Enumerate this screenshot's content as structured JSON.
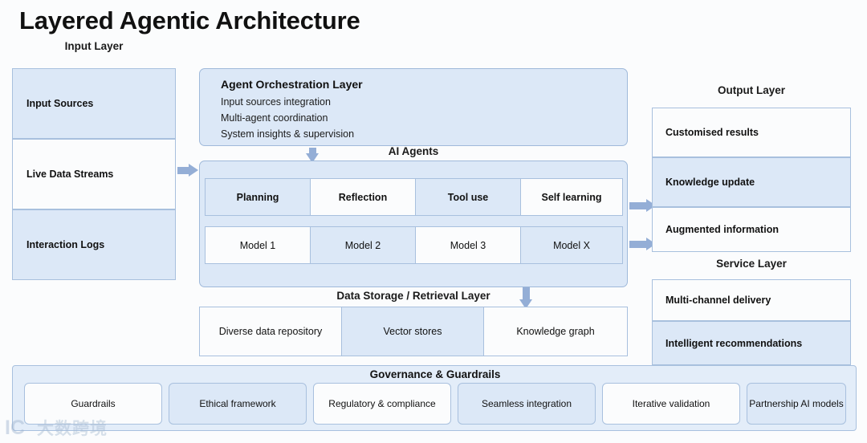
{
  "title": "Layered Agentic Architecture",
  "captions": {
    "input_layer": "Input Layer",
    "output_layer": "Output Layer",
    "service_layer": "Service Layer",
    "ai_agents": "AI Agents",
    "data_storage": "Data Storage / Retrieval Layer"
  },
  "input_layer": {
    "items": [
      {
        "label": "Input Sources",
        "fill": "blue"
      },
      {
        "label": "Live Data Streams",
        "fill": "white"
      },
      {
        "label": "Interaction Logs",
        "fill": "blue"
      }
    ]
  },
  "orchestration": {
    "title": "Agent Orchestration Layer",
    "lines": [
      "Input sources integration",
      "Multi-agent coordination",
      "System insights & supervision"
    ]
  },
  "ai_agents": {
    "capabilities": [
      {
        "label": "Planning",
        "fill": "blue"
      },
      {
        "label": "Reflection",
        "fill": "white"
      },
      {
        "label": "Tool use",
        "fill": "blue"
      },
      {
        "label": "Self learning",
        "fill": "white"
      }
    ],
    "models": [
      {
        "label": "Model 1",
        "fill": "white"
      },
      {
        "label": "Model 2",
        "fill": "blue"
      },
      {
        "label": "Model 3",
        "fill": "white"
      },
      {
        "label": "Model X",
        "fill": "blue"
      }
    ]
  },
  "data_storage": {
    "items": [
      {
        "label": "Diverse data repository",
        "fill": "white"
      },
      {
        "label": "Vector stores",
        "fill": "blue"
      },
      {
        "label": "Knowledge graph",
        "fill": "white"
      }
    ]
  },
  "output_layer": {
    "items": [
      {
        "label": "Customised results",
        "fill": "white"
      },
      {
        "label": "Knowledge update",
        "fill": "blue"
      },
      {
        "label": "Augmented information",
        "fill": "white"
      }
    ]
  },
  "service_layer": {
    "items": [
      {
        "label": "Multi-channel delivery",
        "fill": "white"
      },
      {
        "label": "Intelligent recommendations",
        "fill": "blue"
      }
    ]
  },
  "governance": {
    "title": "Governance & Guardrails",
    "items": [
      {
        "label": "Guardrails",
        "fill": "white"
      },
      {
        "label": "Ethical framework",
        "fill": "blue"
      },
      {
        "label": "Regulatory & compliance",
        "fill": "white"
      },
      {
        "label": "Seamless integration",
        "fill": "blue"
      },
      {
        "label": "Iterative validation",
        "fill": "white"
      },
      {
        "label": "Partnership AI models",
        "fill": "blue"
      }
    ]
  },
  "watermark": {
    "mark": "IC",
    "text": "大数跨境"
  },
  "colors": {
    "fill_blue": "#dce8f7",
    "fill_white": "#fbfcfd",
    "border": "#a8c0de",
    "arrow": "#94aed6",
    "text": "#111111"
  }
}
